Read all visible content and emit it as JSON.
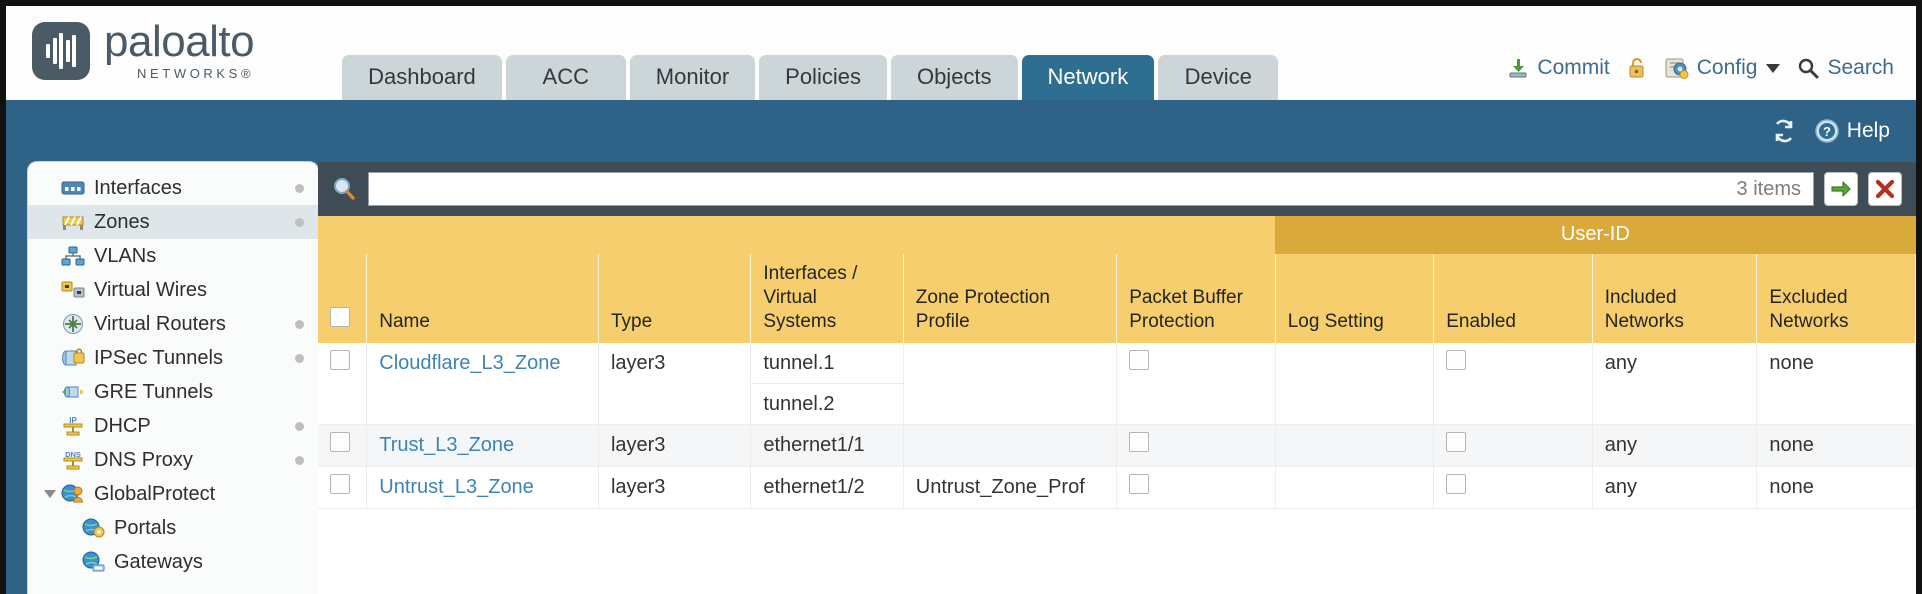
{
  "brand": {
    "name": "paloalto",
    "sub": "NETWORKS",
    "registered": "®"
  },
  "nav_tabs": [
    {
      "label": "Dashboard",
      "active": false
    },
    {
      "label": "ACC",
      "active": false
    },
    {
      "label": "Monitor",
      "active": false
    },
    {
      "label": "Policies",
      "active": false
    },
    {
      "label": "Objects",
      "active": false
    },
    {
      "label": "Network",
      "active": true
    },
    {
      "label": "Device",
      "active": false
    }
  ],
  "header_tools": {
    "commit": "Commit",
    "lock_icon": "padlock-icon",
    "config": "Config",
    "search": "Search"
  },
  "blue_band": {
    "refresh_icon": "refresh-icon",
    "help": "Help"
  },
  "sidebar": {
    "items": [
      {
        "label": "Interfaces",
        "icon": "interfaces-icon",
        "selected": false,
        "dot": true,
        "child": false,
        "expander": false
      },
      {
        "label": "Zones",
        "icon": "zones-icon",
        "selected": true,
        "dot": true,
        "child": false,
        "expander": false
      },
      {
        "label": "VLANs",
        "icon": "vlans-icon",
        "selected": false,
        "dot": false,
        "child": false,
        "expander": false
      },
      {
        "label": "Virtual Wires",
        "icon": "virtual-wires-icon",
        "selected": false,
        "dot": false,
        "child": false,
        "expander": false
      },
      {
        "label": "Virtual Routers",
        "icon": "virtual-routers-icon",
        "selected": false,
        "dot": true,
        "child": false,
        "expander": false
      },
      {
        "label": "IPSec Tunnels",
        "icon": "ipsec-tunnels-icon",
        "selected": false,
        "dot": true,
        "child": false,
        "expander": false
      },
      {
        "label": "GRE Tunnels",
        "icon": "gre-tunnels-icon",
        "selected": false,
        "dot": false,
        "child": false,
        "expander": false
      },
      {
        "label": "DHCP",
        "icon": "dhcp-icon",
        "selected": false,
        "dot": true,
        "child": false,
        "expander": false
      },
      {
        "label": "DNS Proxy",
        "icon": "dns-proxy-icon",
        "selected": false,
        "dot": true,
        "child": false,
        "expander": false
      },
      {
        "label": "GlobalProtect",
        "icon": "globalprotect-icon",
        "selected": false,
        "dot": false,
        "child": false,
        "expander": true
      },
      {
        "label": "Portals",
        "icon": "portals-icon",
        "selected": false,
        "dot": false,
        "child": true,
        "expander": false
      },
      {
        "label": "Gateways",
        "icon": "gateways-icon",
        "selected": false,
        "dot": false,
        "child": true,
        "expander": false
      }
    ]
  },
  "search": {
    "value": "",
    "placeholder": "",
    "item_count": "3 items",
    "apply_icon": "green-arrow-icon",
    "clear_icon": "red-x-icon",
    "search_icon": "magnifier-icon"
  },
  "table": {
    "group_header": {
      "userid": "User-ID"
    },
    "columns": [
      "Name",
      "Type",
      "Interfaces / Virtual Systems",
      "Zone Protection Profile",
      "Packet Buffer Protection",
      "Log Setting",
      "Enabled",
      "Included Networks",
      "Excluded Networks"
    ],
    "rows": [
      {
        "selected": false,
        "name": "Cloudflare_L3_Zone",
        "type": "layer3",
        "interfaces": [
          "tunnel.1",
          "tunnel.2"
        ],
        "zone_protection_profile": "",
        "packet_buffer_protection": false,
        "log_setting": "",
        "userid_enabled": false,
        "included_networks": "any",
        "excluded_networks": "none"
      },
      {
        "selected": false,
        "name": "Trust_L3_Zone",
        "type": "layer3",
        "interfaces": [
          "ethernet1/1"
        ],
        "zone_protection_profile": "",
        "packet_buffer_protection": false,
        "log_setting": "",
        "userid_enabled": false,
        "included_networks": "any",
        "excluded_networks": "none"
      },
      {
        "selected": false,
        "name": "Untrust_L3_Zone",
        "type": "layer3",
        "interfaces": [
          "ethernet1/2"
        ],
        "zone_protection_profile": "Untrust_Zone_Prof",
        "packet_buffer_protection": false,
        "log_setting": "",
        "userid_enabled": false,
        "included_networks": "any",
        "excluded_networks": "none"
      }
    ]
  },
  "colors": {
    "brand_blue": "#2e6286",
    "active_tab": "#2e6e91",
    "header_amber": "#f6ce6d",
    "group_amber": "#d9a93a",
    "link_blue": "#3f83b4"
  }
}
